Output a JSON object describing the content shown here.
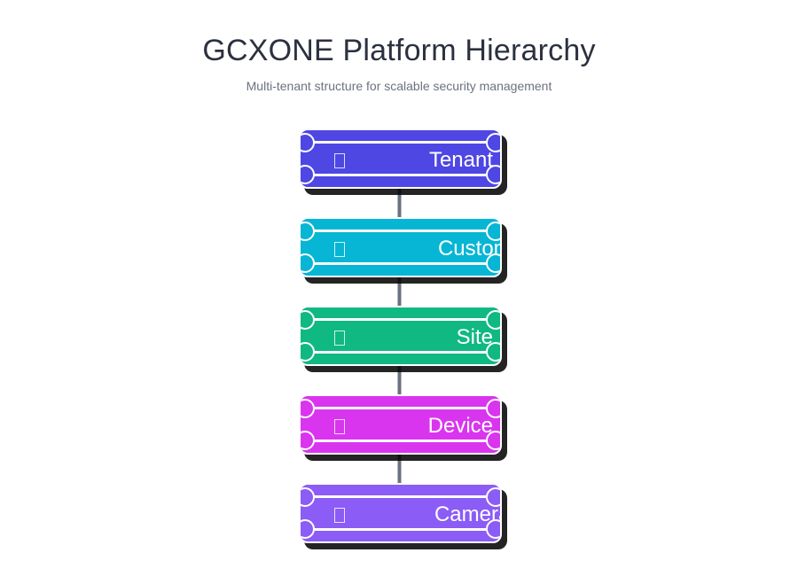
{
  "header": {
    "title": "GCXONE Platform Hierarchy",
    "subtitle": "Multi-tenant structure for scalable security management"
  },
  "diagram": {
    "orientation": "vertical-top-down",
    "connector_color": "#6b7280",
    "node_border_color": "#ffffff",
    "label_color": "#ffffff",
    "shadow_color": "#000000",
    "nodes": [
      {
        "id": "tenant",
        "label": "Tenant",
        "color": "#4e47e3",
        "icon": "glyph-placeholder-box",
        "has_outgoing_connector": true,
        "label_clipped": false
      },
      {
        "id": "customer",
        "label": "Customer",
        "color": "#06b6d4",
        "icon": "glyph-placeholder-box",
        "has_outgoing_connector": true,
        "label_clipped": true
      },
      {
        "id": "site",
        "label": "Site",
        "color": "#10b981",
        "icon": "glyph-placeholder-box",
        "has_outgoing_connector": true,
        "label_clipped": false
      },
      {
        "id": "device",
        "label": "Device",
        "color": "#d935ef",
        "icon": "glyph-placeholder-box",
        "has_outgoing_connector": true,
        "label_clipped": false
      },
      {
        "id": "cameras",
        "label": "Camera/S",
        "color": "#8b5cf6",
        "icon": "glyph-placeholder-box",
        "has_outgoing_connector": false,
        "label_clipped": true
      }
    ]
  }
}
